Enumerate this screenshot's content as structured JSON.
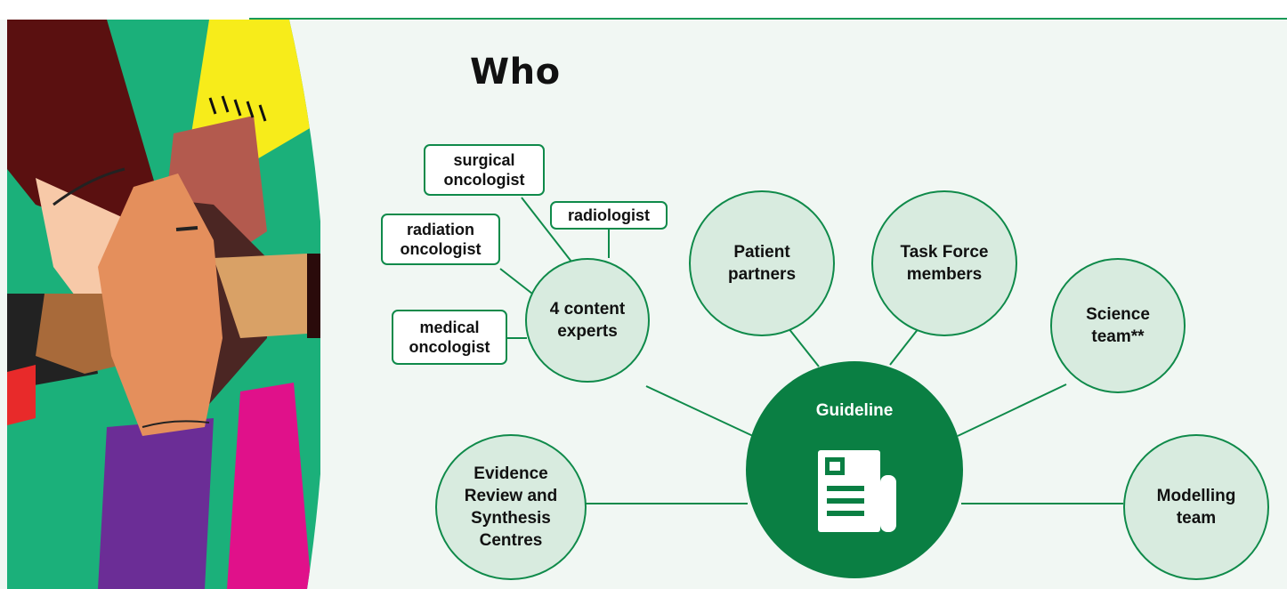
{
  "title": "Who",
  "hub": {
    "label": "Guideline",
    "icon": "document-icon"
  },
  "nodes": {
    "content_experts": "4 content\nexperts",
    "patient_partners": "Patient\npartners",
    "task_force": "Task Force\nmembers",
    "science_team": "Science\nteam**",
    "evidence_review": "Evidence\nReview and\nSynthesis\nCentres",
    "modelling_team": "Modelling\nteam"
  },
  "experts": {
    "surgical": "surgical\noncologist",
    "radiologist": "radiologist",
    "radiation": "radiation\noncologist",
    "medical": "medical\noncologist"
  },
  "colors": {
    "accent": "#0a7f43",
    "node_fill": "#d8ebdf",
    "panel": "#f1f7f3"
  }
}
